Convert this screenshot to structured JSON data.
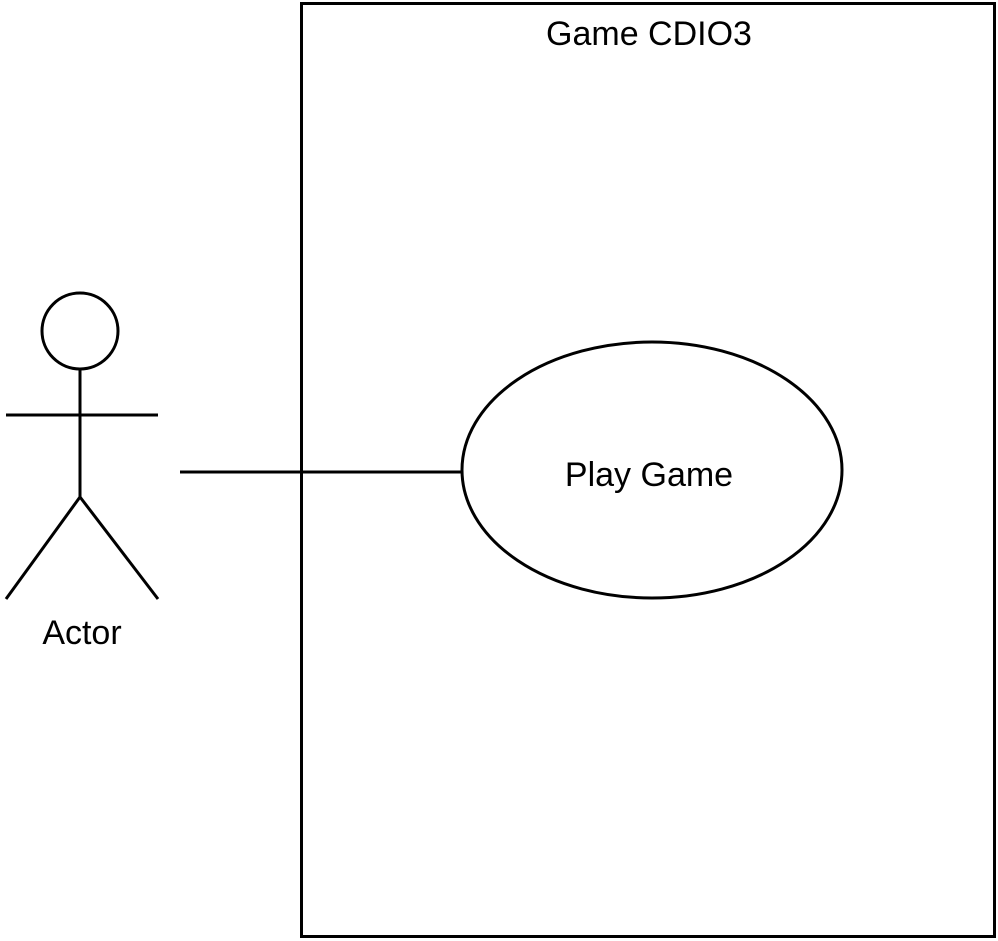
{
  "system": {
    "title": "Game CDIO3"
  },
  "actor": {
    "label": "Actor",
    "icon": "stick-figure-icon"
  },
  "use_case": {
    "label": "Play Game"
  },
  "colors": {
    "stroke": "#000000",
    "background": "#ffffff"
  }
}
